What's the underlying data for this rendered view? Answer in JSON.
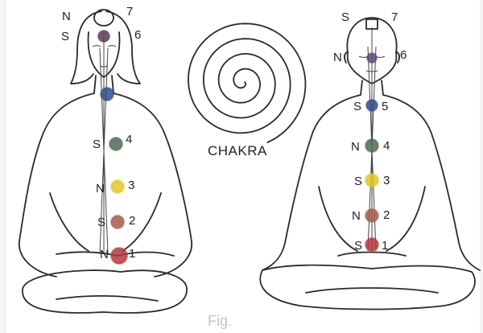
{
  "title": "CHAKRA",
  "caption": "Fig.",
  "colors": {
    "violet": "#5d3a55",
    "indigo": "#5b4a78",
    "blue": "#2f4e8a",
    "green": "#4e6b55",
    "yellow": "#e2c62c",
    "orange": "#a35a4a",
    "red": "#b23a3a"
  },
  "left_figure": {
    "labels": {
      "pole_top": "N",
      "pole_brow": "S",
      "num7": "7",
      "num6": "6",
      "pole4": "S",
      "num4": "4",
      "pole3": "N",
      "num3": "3",
      "pole2": "S",
      "num2": "2",
      "pole1": "N",
      "num1": "1"
    }
  },
  "right_figure": {
    "labels": {
      "pole7": "S",
      "num7": "7",
      "pole6": "N",
      "num6": "6",
      "pole5": "S",
      "num5": "5",
      "pole4": "N",
      "num4": "4",
      "pole3": "S",
      "num3": "3",
      "pole2": "N",
      "num2": "2",
      "pole1": "S",
      "num1": "1"
    }
  }
}
